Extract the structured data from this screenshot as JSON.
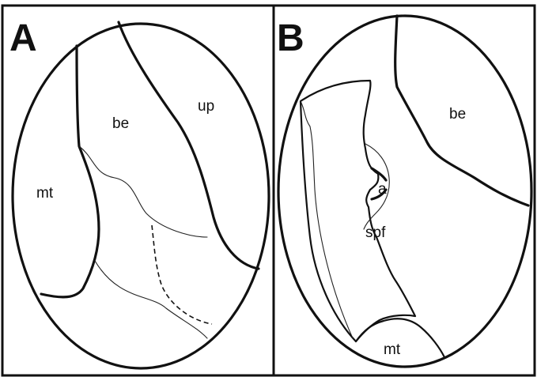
{
  "panels": [
    {
      "letter": "A",
      "labels": {
        "be": "be",
        "up": "up",
        "mt": "mt"
      }
    },
    {
      "letter": "B",
      "labels": {
        "be": "be",
        "a": "a",
        "spf": "spf",
        "mt": "mt"
      }
    }
  ]
}
